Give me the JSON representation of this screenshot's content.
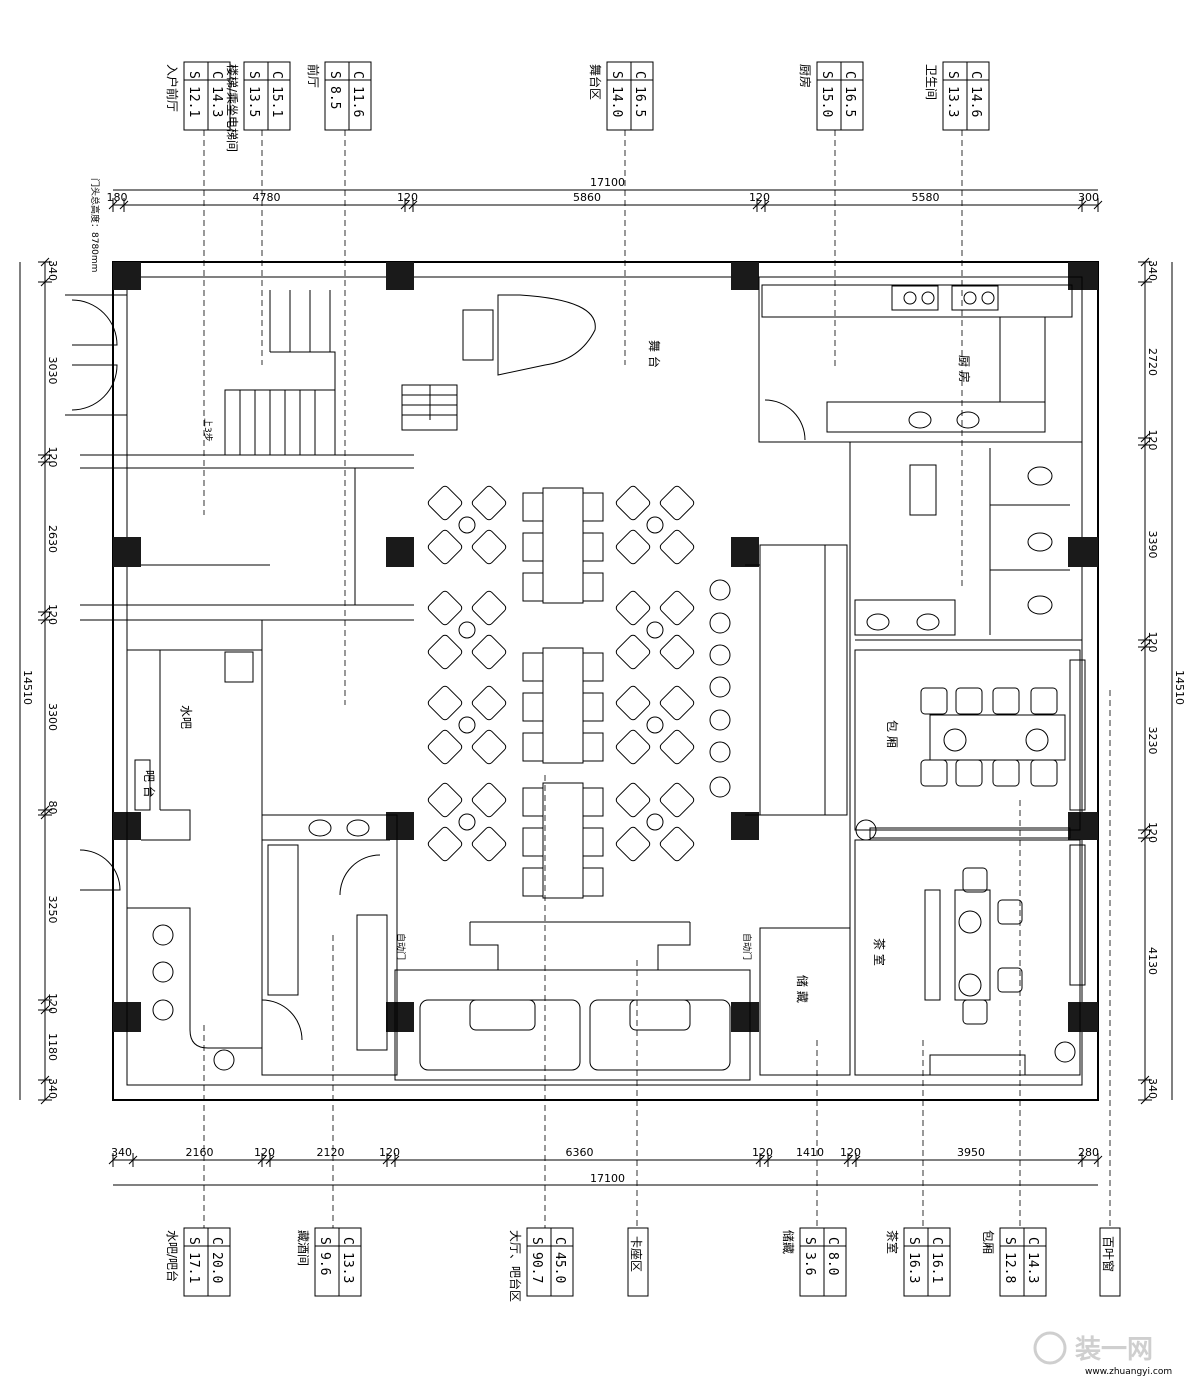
{
  "top_tags": [
    {
      "name": "入户前厅",
      "S": "12.1",
      "C": "14.3"
    },
    {
      "name": "楼梯/乘坐电梯间",
      "S": "13.5",
      "C": "15.1"
    },
    {
      "name": "前厅",
      "S": "8.5",
      "C": "11.6"
    },
    {
      "name": "舞台区",
      "S": "14.0",
      "C": "16.5"
    },
    {
      "name": "厨房",
      "S": "15.0",
      "C": "16.5"
    },
    {
      "name": "卫生间",
      "S": "13.3",
      "C": "14.6"
    }
  ],
  "bottom_tags": [
    {
      "name": "水吧/吧台",
      "S": "17.1",
      "C": "20.0"
    },
    {
      "name": "藏酒间",
      "S": "9.6",
      "C": "13.3"
    },
    {
      "name": "大厅、吧台区",
      "S": "90.7",
      "C": "45.0"
    },
    {
      "name": "卡座区",
      "S": "",
      "C": ""
    },
    {
      "name": "储藏",
      "S": "3.6",
      "C": "8.0"
    },
    {
      "name": "茶室",
      "S": "16.3",
      "C": "16.1"
    },
    {
      "name": "包厢",
      "S": "12.8",
      "C": "14.3"
    },
    {
      "name": "百叶窗",
      "S": "",
      "C": ""
    }
  ],
  "top_dims": {
    "total": "17100",
    "parts": [
      "180",
      "4780",
      "120",
      "5860",
      "120",
      "5580",
      "300"
    ],
    "side_note": "门头总高度：8780mm"
  },
  "bottom_dims": {
    "total": "17100",
    "parts": [
      "340",
      "2160",
      "120",
      "2120",
      "120",
      "6360",
      "120",
      "1410",
      "120",
      "3950",
      "280"
    ]
  },
  "left_dims": {
    "total": "14510",
    "parts": [
      "340",
      "3030",
      "120",
      "2630",
      "120",
      "3300",
      "80",
      "3250",
      "120",
      "1180",
      "340"
    ]
  },
  "right_dims": {
    "total": "14510",
    "parts": [
      "340",
      "2720",
      "120",
      "3390",
      "120",
      "3230",
      "120",
      "4130",
      "340"
    ]
  },
  "room_labels": {
    "stage": "舞 台",
    "kitchen": "厨 房",
    "water_bar": "水吧",
    "bar": "吧 台",
    "private_room": "包 厢",
    "tea_room": "茶 室",
    "storage": "储 藏",
    "auto_door_1": "自动门",
    "auto_door_2": "自动门",
    "steps": "上3步"
  },
  "watermark": "装一网",
  "watermark_sub": "www.zhuangyi.com"
}
